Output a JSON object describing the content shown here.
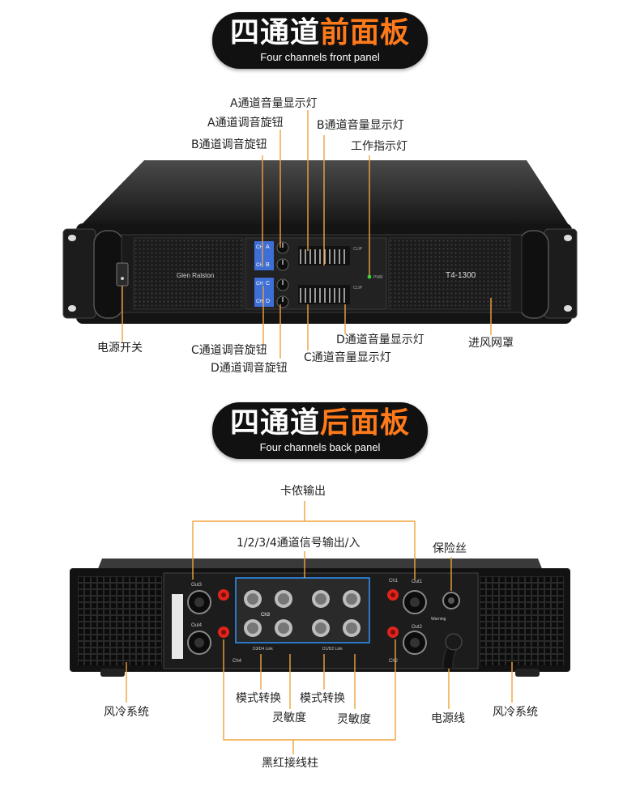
{
  "front": {
    "title_main": "四通道",
    "title_highlight": "前面板",
    "subtitle": "Four channels front panel",
    "brand": "Glen Ralston",
    "model": "T4-1300",
    "pwr_label": "PWR",
    "clip_label": "CLIP",
    "ch_labels": [
      "A",
      "B",
      "C",
      "D"
    ],
    "ch_side": [
      "CH",
      "CH",
      "CH",
      "CH"
    ],
    "labels": {
      "a_meter": "A通道音量显示灯",
      "a_knob": "A通道调音旋钮",
      "b_meter": "B通道音量显示灯",
      "b_knob": "B通道调音旋钮",
      "work_led": "工作指示灯",
      "power_switch": "电源开关",
      "c_knob": "C通道调音旋钮",
      "d_knob": "D通道调音旋钮",
      "d_meter": "D通道音量显示灯",
      "c_meter": "C通道音量显示灯",
      "intake_grille": "进风网罩"
    }
  },
  "back": {
    "title_main": "四通道",
    "title_highlight": "后面板",
    "subtitle": "Four channels back panel",
    "labels": {
      "speakon_out": "卡侬输出",
      "signal_io": "1/2/3/4通道信号输出/入",
      "fuse": "保险丝",
      "air_cooling_left": "风冷系统",
      "air_cooling_right": "风冷系统",
      "mode_switch_1": "模式转换",
      "mode_switch_2": "模式转换",
      "sensitivity_1": "灵敏度",
      "sensitivity_2": "灵敏度",
      "power_cord": "电源线",
      "binding_posts": "黑红接线柱"
    },
    "panel_text": {
      "out1": "Out1",
      "out2": "Out2",
      "out3": "Out3",
      "out4": "Out4",
      "ch1": "Ch1",
      "ch2": "Ch2",
      "ch3": "Ch3",
      "ch4": "Ch4",
      "d3d4_link": "D3/D4 Link",
      "d1d2_link": "D1/D2 Link",
      "warning": "Warning"
    }
  },
  "colors": {
    "accent": "#ff7a1a",
    "line": "#f0a23c",
    "blue_panel": "#3e6fd6",
    "red_post": "#e0241c"
  }
}
